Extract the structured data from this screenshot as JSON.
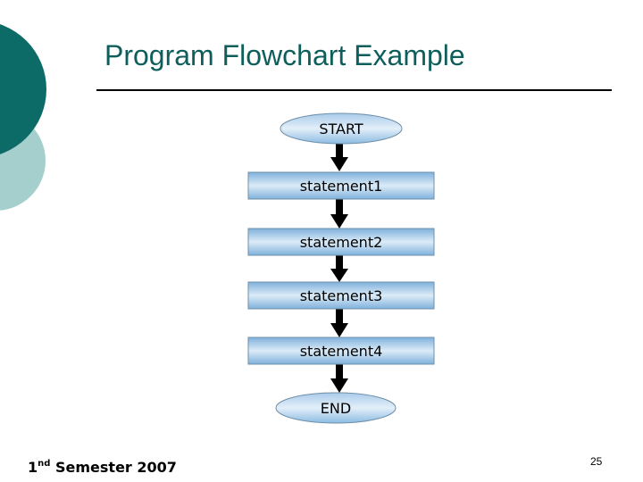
{
  "slide": {
    "title": "Program Flowchart Example",
    "footer": {
      "prefix": "1",
      "superscript": "nd",
      "suffix": " Semester 2007"
    },
    "page_number": "25"
  },
  "flowchart": {
    "nodes": [
      {
        "id": "start",
        "shape": "terminator",
        "label": "START"
      },
      {
        "id": "s1",
        "shape": "process",
        "label": "statement1"
      },
      {
        "id": "s2",
        "shape": "process",
        "label": "statement2"
      },
      {
        "id": "s3",
        "shape": "process",
        "label": "statement3"
      },
      {
        "id": "s4",
        "shape": "process",
        "label": "statement4"
      },
      {
        "id": "end",
        "shape": "terminator",
        "label": "END"
      }
    ],
    "edges": [
      {
        "from": "start",
        "to": "s1"
      },
      {
        "from": "s1",
        "to": "s2"
      },
      {
        "from": "s2",
        "to": "s3"
      },
      {
        "from": "s3",
        "to": "s4"
      },
      {
        "from": "s4",
        "to": "end"
      }
    ]
  },
  "colors": {
    "title": "#0e5f5c",
    "deco_dark": "#0d6b67",
    "deco_light": "#a4cfcd",
    "node_fill_light": "#dcebf7",
    "node_fill_dark": "#7fb1dc",
    "node_border": "#6f8fa8"
  }
}
